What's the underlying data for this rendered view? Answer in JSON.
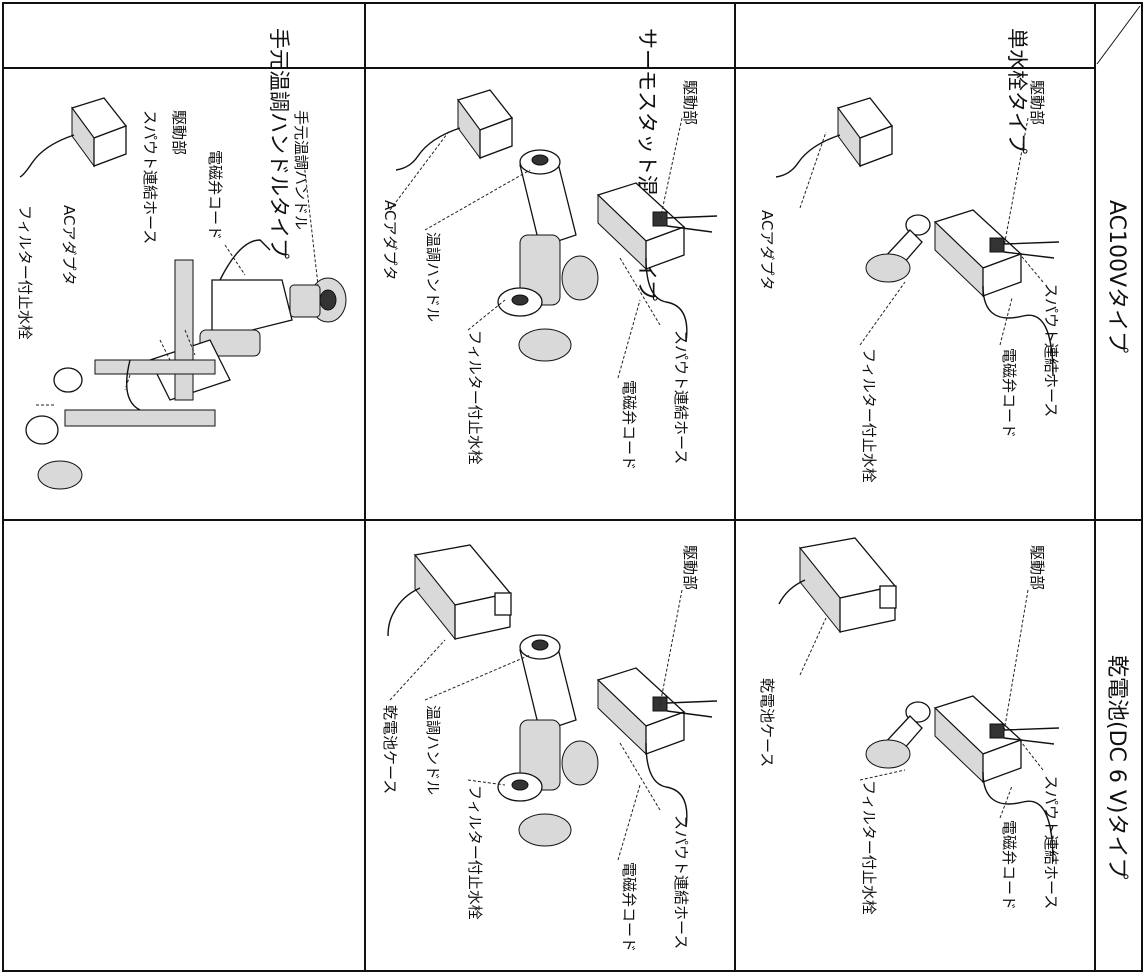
{
  "table": {
    "col_headers": {
      "ac100v": "AC100Vタイプ",
      "battery": "乾電池(DC 6 V)タイプ"
    },
    "row_headers": {
      "single": "単水栓タイプ",
      "thermo": "サーモスタット混合栓タイプ",
      "handheld": "手元温調ハンドルタイプ"
    }
  },
  "cells": {
    "single_ac": {
      "drive": "駆動部",
      "spout_hose": "スパウト連結ホース",
      "solenoid_cord": "電磁弁コード",
      "filter_valve": "フィルター付止水栓",
      "adapter": "ACアダプタ"
    },
    "single_bat": {
      "drive": "駆動部",
      "spout_hose": "スパウト連結ホース",
      "solenoid_cord": "電磁弁コード",
      "filter_valve": "フィルター付止水栓",
      "battery_case": "乾電池ケース"
    },
    "thermo_ac": {
      "drive": "駆動部",
      "spout_hose": "スパウト連結ホース",
      "solenoid_cord": "電磁弁コード",
      "filter_valve": "フィルター付止水栓",
      "temp_handle": "温調ハンドル",
      "adapter": "ACアダプタ"
    },
    "thermo_bat": {
      "drive": "駆動部",
      "spout_hose": "スパウト連結ホース",
      "solenoid_cord": "電磁弁コード",
      "filter_valve": "フィルター付止水栓",
      "temp_handle": "温調ハンドル",
      "battery_case": "乾電池ケース"
    },
    "hand_ac": {
      "hand_handle": "手元温調ハンドル",
      "solenoid_cord": "電磁弁コード",
      "spout_hose": "スパウト連結ホース",
      "drive": "駆動部",
      "adapter": "ACアダプタ",
      "filter_valve": "フィルター付止水栓"
    }
  }
}
